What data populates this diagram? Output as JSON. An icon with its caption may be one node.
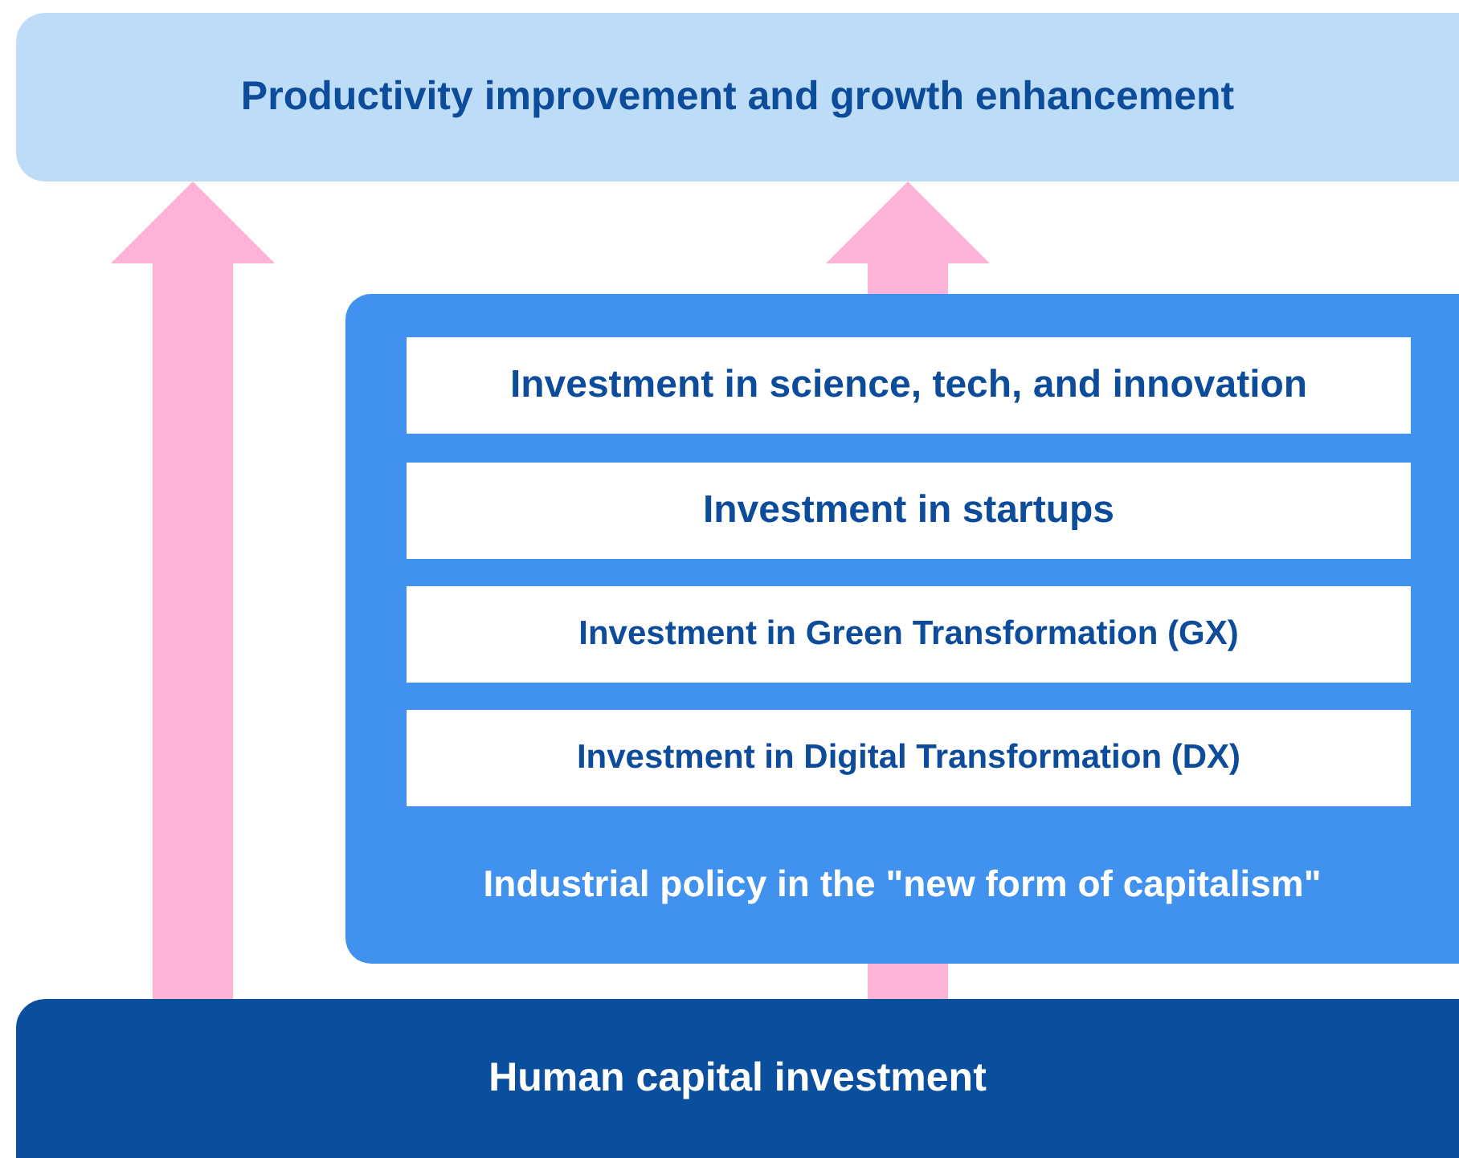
{
  "diagram": {
    "nodes": [
      {
        "text": [
          "Productivity improvement and growth enhancement"
        ]
      },
      {
        "text": [
          "Industrial policy in the \"new form of capitalism\""
        ]
      },
      {
        "text": [
          "Investment in science, tech, and innovation"
        ],
        "in": 1
      },
      {
        "text": [
          "Investment in startups"
        ],
        "in": 1
      },
      {
        "text": [
          "Investment in Green Transformation (GX)"
        ],
        "in": 1
      },
      {
        "text": [
          "Investment in Digital Transformation (DX)"
        ],
        "in": 1
      },
      {
        "text": [
          "Human capital investment"
        ]
      }
    ],
    "edges": [
      {
        "from": 6,
        "to": 0,
        "arrow": "to"
      },
      {
        "from": 6,
        "to": 0,
        "arrow": "to"
      }
    ]
  }
}
